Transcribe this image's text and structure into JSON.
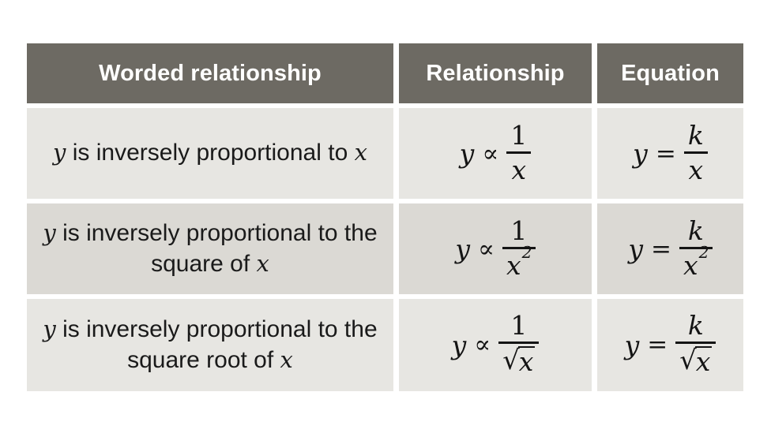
{
  "table": {
    "headers": [
      {
        "label": "Worded relationship",
        "name": "worded-relationship"
      },
      {
        "label": "Relationship",
        "name": "relationship"
      },
      {
        "label": "Equation",
        "name": "equation"
      }
    ],
    "colors": {
      "header_background": "#6d6a63",
      "header_text": "#ffffff",
      "row_odd_background": "#e7e6e2",
      "row_even_background": "#dbd9d4",
      "body_text": "#1a1a1a",
      "page_background": "#ffffff"
    },
    "rows": [
      {
        "worded": {
          "line1_var": "y",
          "line1_text": " is inversely proportional",
          "line2_text": "to ",
          "line2_var": "x",
          "plain": "y is inversely proportional to x"
        },
        "relationship": {
          "lhs": "y",
          "operator": "∝",
          "numerator": "1",
          "denominator": "x",
          "denominator_exponent": "",
          "denominator_sqrt": false,
          "plain": "y ∝ 1/x"
        },
        "equation": {
          "lhs": "y",
          "operator": "=",
          "numerator": "k",
          "denominator": "x",
          "denominator_exponent": "",
          "denominator_sqrt": false,
          "plain": "y = k/x"
        }
      },
      {
        "worded": {
          "line1_var": "y",
          "line1_text": " is inversely proportional",
          "line2_text": "to the square of ",
          "line2_var": "x",
          "plain": "y is inversely proportional to the square of x"
        },
        "relationship": {
          "lhs": "y",
          "operator": "∝",
          "numerator": "1",
          "denominator": "x",
          "denominator_exponent": "2",
          "denominator_sqrt": false,
          "plain": "y ∝ 1/x²"
        },
        "equation": {
          "lhs": "y",
          "operator": "=",
          "numerator": "k",
          "denominator": "x",
          "denominator_exponent": "2",
          "denominator_sqrt": false,
          "plain": "y = k/x²"
        }
      },
      {
        "worded": {
          "line1_var": "y",
          "line1_text": " is inversely proportional",
          "line2_text": "to the square root of ",
          "line2_var": "x",
          "plain": "y is inversely proportional to the square root of x"
        },
        "relationship": {
          "lhs": "y",
          "operator": "∝",
          "numerator": "1",
          "denominator": "x",
          "denominator_exponent": "",
          "denominator_sqrt": true,
          "radical_symbol": "√",
          "plain": "y ∝ 1/√x"
        },
        "equation": {
          "lhs": "y",
          "operator": "=",
          "numerator": "k",
          "denominator": "x",
          "denominator_exponent": "",
          "denominator_sqrt": true,
          "radical_symbol": "√",
          "plain": "y = k/√x"
        }
      }
    ]
  }
}
